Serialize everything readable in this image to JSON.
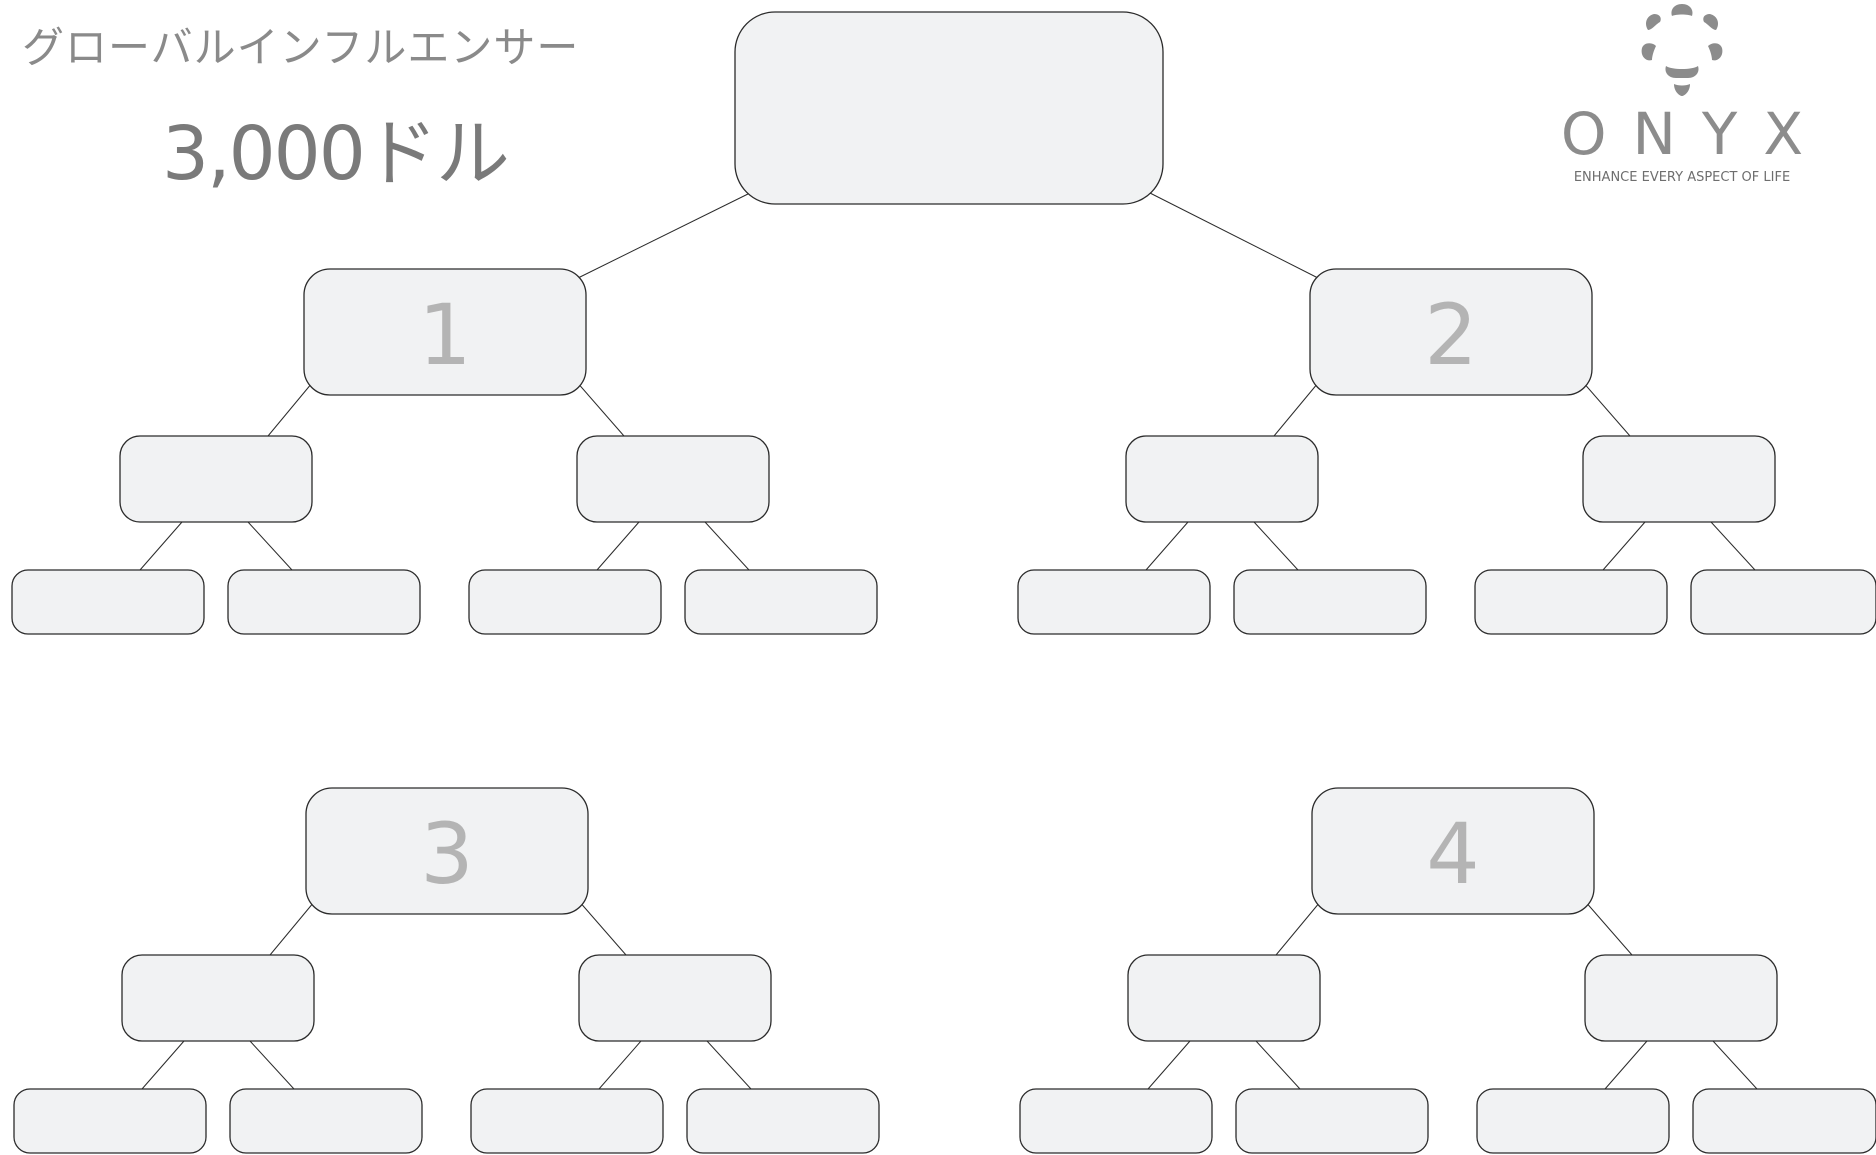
{
  "header": {
    "title": "グローバルインフルエンサー",
    "amount": "3,000ドル"
  },
  "logo": {
    "name": "ONYX",
    "tagline": "ENHANCE EVERY ASPECT OF LIFE",
    "icon": "onyx-flower-icon"
  },
  "tree": {
    "root": {
      "label": ""
    },
    "branches": [
      {
        "label": "1"
      },
      {
        "label": "2"
      },
      {
        "label": "3"
      },
      {
        "label": "4"
      }
    ]
  },
  "colors": {
    "node_fill": "#f1f2f3",
    "node_stroke": "#2b2b2b",
    "number_text": "#b4b4b4",
    "title_text": "#8a8a8a",
    "logo_gray": "#8c8c8c"
  }
}
